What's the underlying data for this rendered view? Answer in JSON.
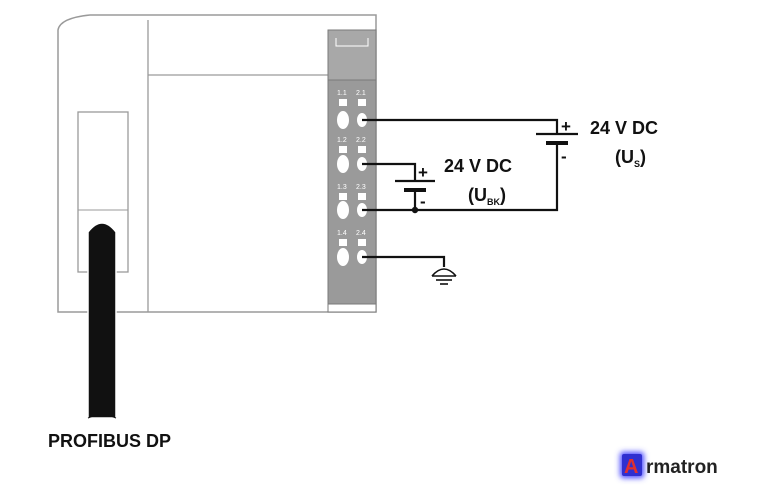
{
  "diagram": {
    "terminal_labels": [
      "1.1",
      "2.1",
      "1.2",
      "2.2",
      "1.3",
      "2.3",
      "1.4",
      "2.4"
    ],
    "supply_us": {
      "voltage": "24 V DC",
      "symbol": "(U",
      "subscript": "S",
      "close": ")",
      "plus": "+",
      "minus": "-"
    },
    "supply_ubk": {
      "voltage": "24 V DC",
      "symbol": "(U",
      "subscript": "BK",
      "close": ")",
      "plus": "+",
      "minus": "-"
    },
    "cable_label": "PROFIBUS DP",
    "brand": {
      "initial": "A",
      "rest": "rmatron"
    },
    "colors": {
      "housing_stroke": "#9a9a9a",
      "terminal_strip": "#9a9a9a",
      "wire": "#111111",
      "brand_glow": "#4a4aff",
      "brand_letter": "#e03030"
    },
    "icons": [
      "ground-icon",
      "battery-icon"
    ]
  }
}
